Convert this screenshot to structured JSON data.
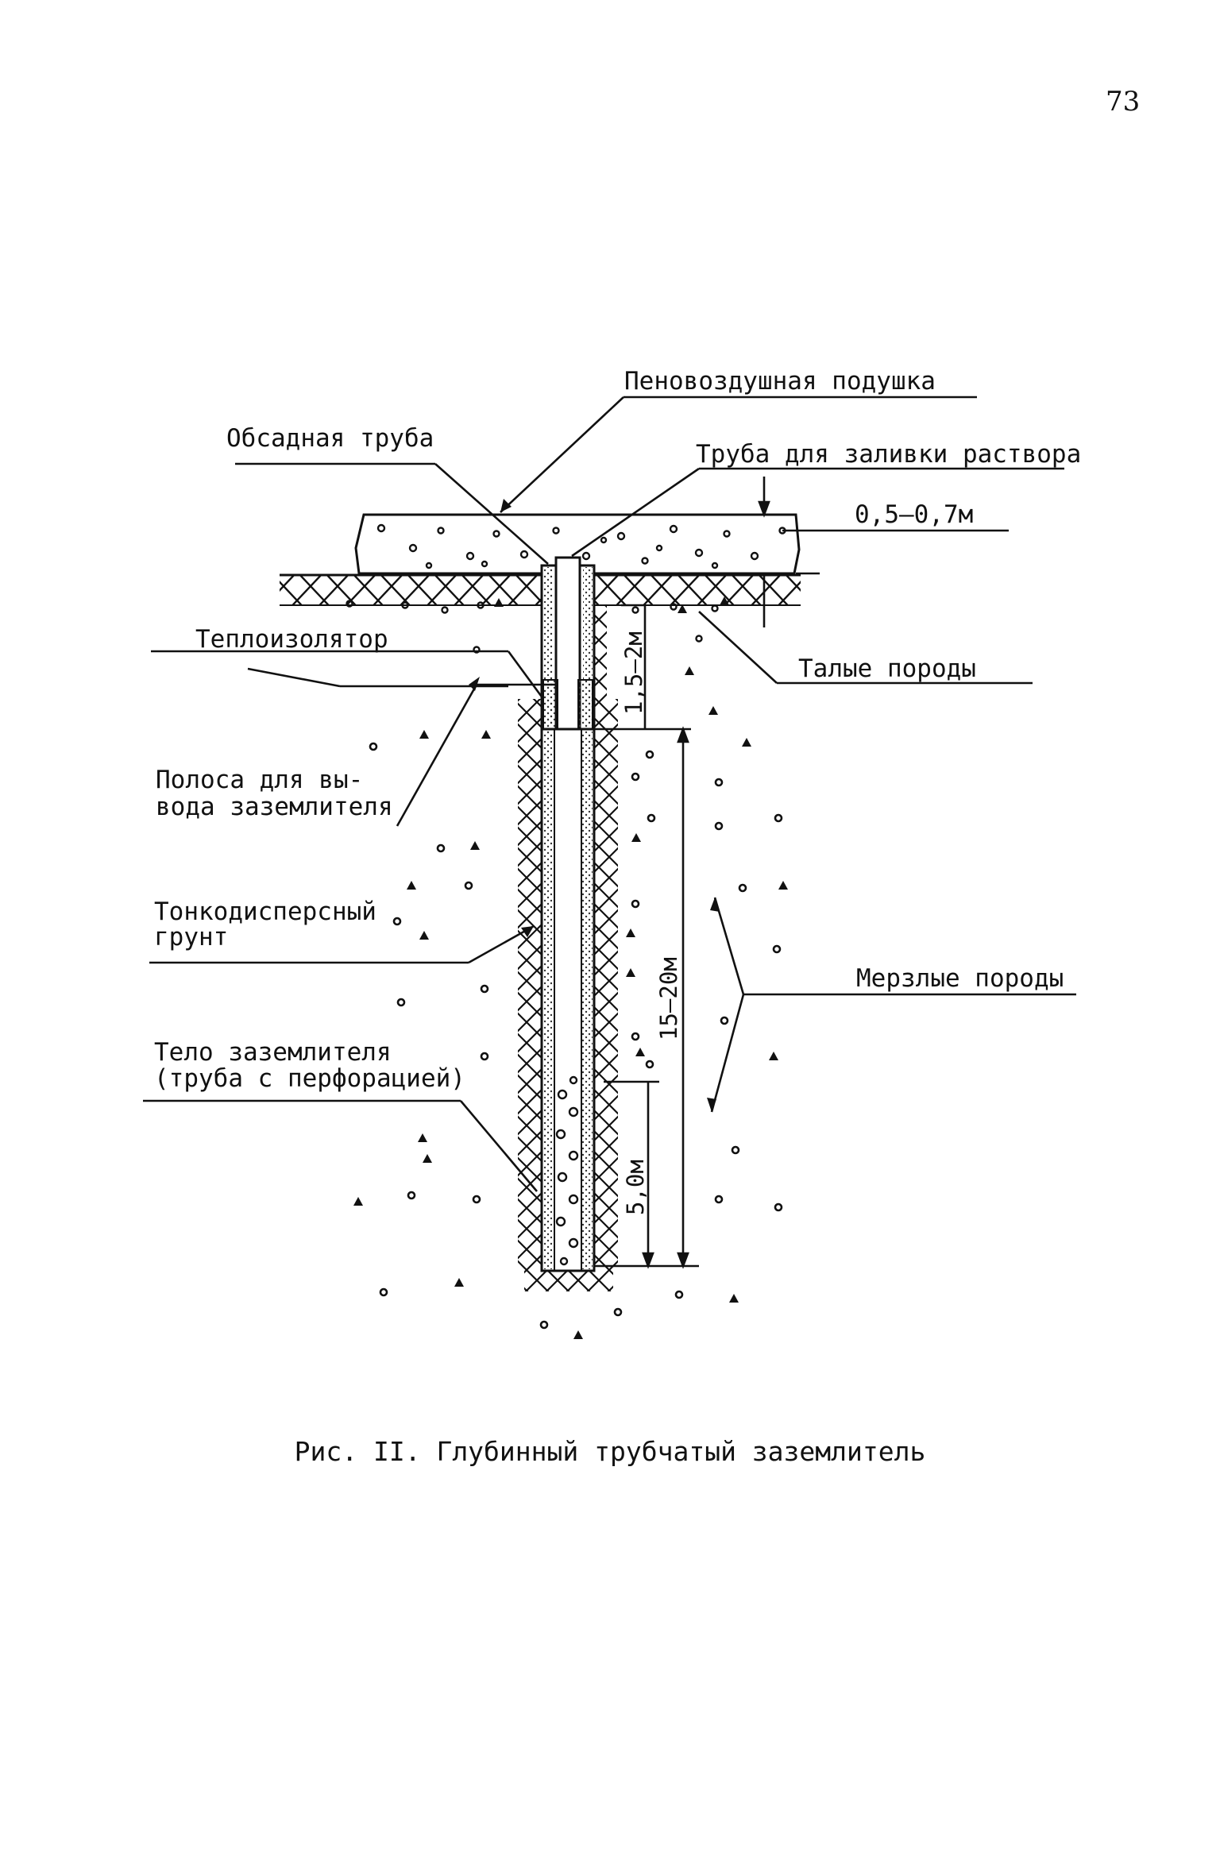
{
  "page_number": "73",
  "labels": {
    "foam_cushion": "Пеновоздушная подушка",
    "casing_pipe": "Обсадная труба",
    "grout_pipe": "Труба для заливки раствора",
    "cushion_thickness": "0,5–0,7м",
    "heat_insulator": "Теплоизолятор",
    "thawed_rocks": "Талые породы",
    "strip_line1": "Полоса для вы-",
    "strip_line2": "вода заземлителя",
    "fine_soil_line1": "Тонкодисперсный",
    "fine_soil_line2": "грунт",
    "frozen_rocks": "Мерзлые породы",
    "electrode_line1": "Тело заземлителя",
    "electrode_line2": "(труба с перфорацией)"
  },
  "dimensions": {
    "upper": "1,5–2м",
    "total": "15–20м",
    "lower": "5,0м"
  },
  "caption": "Рис. II. Глубинный трубчатый заземлитель"
}
